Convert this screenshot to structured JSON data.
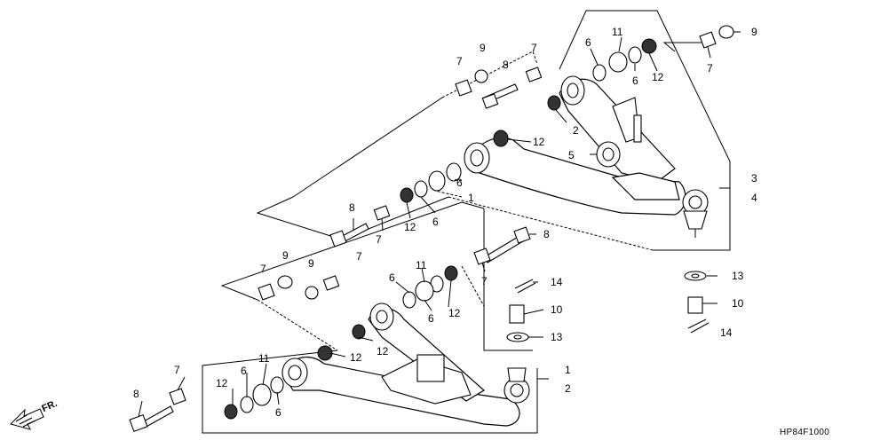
{
  "diagram": {
    "ref_code": "HP84F1000",
    "front_marker": "FR.",
    "labels": {
      "l1": "1",
      "l2": "2",
      "l3": "3",
      "l4": "4",
      "l5": "5",
      "l6": "6",
      "l7": "7",
      "l8": "8",
      "l9": "9",
      "l10": "10",
      "l11": "11",
      "l12": "12",
      "l13": "13",
      "l14": "14"
    }
  }
}
